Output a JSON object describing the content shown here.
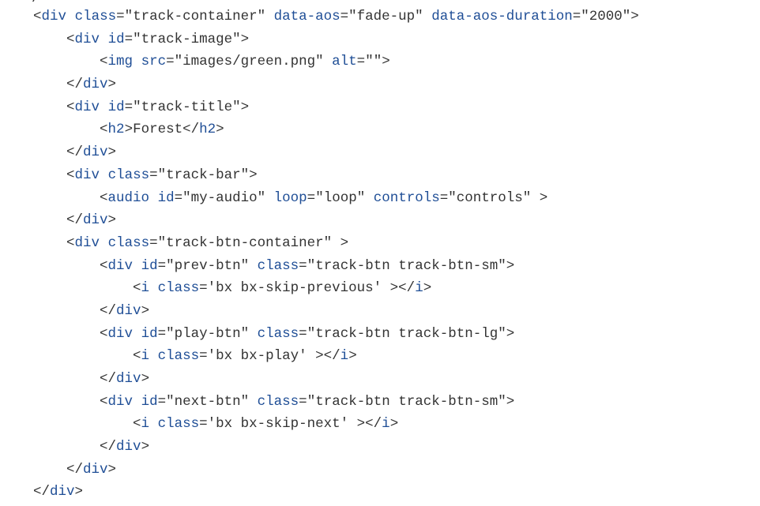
{
  "code": {
    "top_fragment": "/",
    "lines": [
      {
        "indent": 1,
        "tokens": [
          {
            "t": "punct",
            "v": "<"
          },
          {
            "t": "tag",
            "v": "div"
          },
          {
            "t": "text",
            "v": " "
          },
          {
            "t": "attr",
            "v": "class"
          },
          {
            "t": "eq",
            "v": "="
          },
          {
            "t": "str",
            "v": "\"track-container\""
          },
          {
            "t": "text",
            "v": " "
          },
          {
            "t": "attr",
            "v": "data-aos"
          },
          {
            "t": "eq",
            "v": "="
          },
          {
            "t": "str",
            "v": "\"fade-up\""
          },
          {
            "t": "text",
            "v": " "
          },
          {
            "t": "attr",
            "v": "data-aos-duration"
          },
          {
            "t": "eq",
            "v": "="
          },
          {
            "t": "str",
            "v": "\"2000\""
          },
          {
            "t": "punct",
            "v": ">"
          }
        ]
      },
      {
        "indent": 2,
        "tokens": [
          {
            "t": "punct",
            "v": "<"
          },
          {
            "t": "tag",
            "v": "div"
          },
          {
            "t": "text",
            "v": " "
          },
          {
            "t": "attr",
            "v": "id"
          },
          {
            "t": "eq",
            "v": "="
          },
          {
            "t": "str",
            "v": "\"track-image\""
          },
          {
            "t": "punct",
            "v": ">"
          }
        ]
      },
      {
        "indent": 3,
        "tokens": [
          {
            "t": "punct",
            "v": "<"
          },
          {
            "t": "tag",
            "v": "img"
          },
          {
            "t": "text",
            "v": " "
          },
          {
            "t": "attr",
            "v": "src"
          },
          {
            "t": "eq",
            "v": "="
          },
          {
            "t": "str",
            "v": "\"images/green.png\""
          },
          {
            "t": "text",
            "v": " "
          },
          {
            "t": "attr",
            "v": "alt"
          },
          {
            "t": "eq",
            "v": "="
          },
          {
            "t": "str",
            "v": "\"\""
          },
          {
            "t": "punct",
            "v": ">"
          }
        ]
      },
      {
        "indent": 2,
        "tokens": [
          {
            "t": "punct",
            "v": "</"
          },
          {
            "t": "tag",
            "v": "div"
          },
          {
            "t": "punct",
            "v": ">"
          }
        ]
      },
      {
        "indent": 2,
        "tokens": [
          {
            "t": "punct",
            "v": "<"
          },
          {
            "t": "tag",
            "v": "div"
          },
          {
            "t": "text",
            "v": " "
          },
          {
            "t": "attr",
            "v": "id"
          },
          {
            "t": "eq",
            "v": "="
          },
          {
            "t": "str",
            "v": "\"track-title\""
          },
          {
            "t": "punct",
            "v": ">"
          }
        ]
      },
      {
        "indent": 3,
        "tokens": [
          {
            "t": "punct",
            "v": "<"
          },
          {
            "t": "tag",
            "v": "h2"
          },
          {
            "t": "punct",
            "v": ">"
          },
          {
            "t": "text",
            "v": "Forest"
          },
          {
            "t": "punct",
            "v": "</"
          },
          {
            "t": "tag",
            "v": "h2"
          },
          {
            "t": "punct",
            "v": ">"
          }
        ]
      },
      {
        "indent": 2,
        "tokens": [
          {
            "t": "punct",
            "v": "</"
          },
          {
            "t": "tag",
            "v": "div"
          },
          {
            "t": "punct",
            "v": ">"
          }
        ]
      },
      {
        "indent": 2,
        "tokens": [
          {
            "t": "punct",
            "v": "<"
          },
          {
            "t": "tag",
            "v": "div"
          },
          {
            "t": "text",
            "v": " "
          },
          {
            "t": "attr",
            "v": "class"
          },
          {
            "t": "eq",
            "v": "="
          },
          {
            "t": "str",
            "v": "\"track-bar\""
          },
          {
            "t": "punct",
            "v": ">"
          }
        ]
      },
      {
        "indent": 3,
        "tokens": [
          {
            "t": "punct",
            "v": "<"
          },
          {
            "t": "tag",
            "v": "audio"
          },
          {
            "t": "text",
            "v": " "
          },
          {
            "t": "attr",
            "v": "id"
          },
          {
            "t": "eq",
            "v": "="
          },
          {
            "t": "str",
            "v": "\"my-audio\""
          },
          {
            "t": "text",
            "v": " "
          },
          {
            "t": "attr",
            "v": "loop"
          },
          {
            "t": "eq",
            "v": "="
          },
          {
            "t": "str",
            "v": "\"loop\""
          },
          {
            "t": "text",
            "v": " "
          },
          {
            "t": "attr",
            "v": "controls"
          },
          {
            "t": "eq",
            "v": "="
          },
          {
            "t": "str",
            "v": "\"controls\""
          },
          {
            "t": "text",
            "v": " "
          },
          {
            "t": "punct",
            "v": ">"
          }
        ]
      },
      {
        "indent": 2,
        "tokens": [
          {
            "t": "punct",
            "v": "</"
          },
          {
            "t": "tag",
            "v": "div"
          },
          {
            "t": "punct",
            "v": ">"
          }
        ]
      },
      {
        "indent": 2,
        "tokens": [
          {
            "t": "punct",
            "v": "<"
          },
          {
            "t": "tag",
            "v": "div"
          },
          {
            "t": "text",
            "v": " "
          },
          {
            "t": "attr",
            "v": "class"
          },
          {
            "t": "eq",
            "v": "="
          },
          {
            "t": "str",
            "v": "\"track-btn-container\""
          },
          {
            "t": "text",
            "v": " "
          },
          {
            "t": "punct",
            "v": ">"
          }
        ]
      },
      {
        "indent": 3,
        "tokens": [
          {
            "t": "punct",
            "v": "<"
          },
          {
            "t": "tag",
            "v": "div"
          },
          {
            "t": "text",
            "v": " "
          },
          {
            "t": "attr",
            "v": "id"
          },
          {
            "t": "eq",
            "v": "="
          },
          {
            "t": "str",
            "v": "\"prev-btn\""
          },
          {
            "t": "text",
            "v": " "
          },
          {
            "t": "attr",
            "v": "class"
          },
          {
            "t": "eq",
            "v": "="
          },
          {
            "t": "str",
            "v": "\"track-btn track-btn-sm\""
          },
          {
            "t": "punct",
            "v": ">"
          }
        ]
      },
      {
        "indent": 4,
        "tokens": [
          {
            "t": "punct",
            "v": "<"
          },
          {
            "t": "tag",
            "v": "i"
          },
          {
            "t": "text",
            "v": " "
          },
          {
            "t": "attr",
            "v": "class"
          },
          {
            "t": "eq",
            "v": "="
          },
          {
            "t": "str",
            "v": "'bx bx-skip-previous'"
          },
          {
            "t": "text",
            "v": " "
          },
          {
            "t": "punct",
            "v": "></"
          },
          {
            "t": "tag",
            "v": "i"
          },
          {
            "t": "punct",
            "v": ">"
          }
        ]
      },
      {
        "indent": 3,
        "tokens": [
          {
            "t": "punct",
            "v": "</"
          },
          {
            "t": "tag",
            "v": "div"
          },
          {
            "t": "punct",
            "v": ">"
          }
        ]
      },
      {
        "indent": 3,
        "tokens": [
          {
            "t": "punct",
            "v": "<"
          },
          {
            "t": "tag",
            "v": "div"
          },
          {
            "t": "text",
            "v": " "
          },
          {
            "t": "attr",
            "v": "id"
          },
          {
            "t": "eq",
            "v": "="
          },
          {
            "t": "str",
            "v": "\"play-btn\""
          },
          {
            "t": "text",
            "v": " "
          },
          {
            "t": "attr",
            "v": "class"
          },
          {
            "t": "eq",
            "v": "="
          },
          {
            "t": "str",
            "v": "\"track-btn track-btn-lg\""
          },
          {
            "t": "punct",
            "v": ">"
          }
        ]
      },
      {
        "indent": 4,
        "tokens": [
          {
            "t": "punct",
            "v": "<"
          },
          {
            "t": "tag",
            "v": "i"
          },
          {
            "t": "text",
            "v": " "
          },
          {
            "t": "attr",
            "v": "class"
          },
          {
            "t": "eq",
            "v": "="
          },
          {
            "t": "str",
            "v": "'bx bx-play'"
          },
          {
            "t": "text",
            "v": " "
          },
          {
            "t": "punct",
            "v": "></"
          },
          {
            "t": "tag",
            "v": "i"
          },
          {
            "t": "punct",
            "v": ">"
          }
        ]
      },
      {
        "indent": 3,
        "tokens": [
          {
            "t": "punct",
            "v": "</"
          },
          {
            "t": "tag",
            "v": "div"
          },
          {
            "t": "punct",
            "v": ">"
          }
        ]
      },
      {
        "indent": 3,
        "tokens": [
          {
            "t": "punct",
            "v": "<"
          },
          {
            "t": "tag",
            "v": "div"
          },
          {
            "t": "text",
            "v": " "
          },
          {
            "t": "attr",
            "v": "id"
          },
          {
            "t": "eq",
            "v": "="
          },
          {
            "t": "str",
            "v": "\"next-btn\""
          },
          {
            "t": "text",
            "v": " "
          },
          {
            "t": "attr",
            "v": "class"
          },
          {
            "t": "eq",
            "v": "="
          },
          {
            "t": "str",
            "v": "\"track-btn track-btn-sm\""
          },
          {
            "t": "punct",
            "v": ">"
          }
        ]
      },
      {
        "indent": 4,
        "tokens": [
          {
            "t": "punct",
            "v": "<"
          },
          {
            "t": "tag",
            "v": "i"
          },
          {
            "t": "text",
            "v": " "
          },
          {
            "t": "attr",
            "v": "class"
          },
          {
            "t": "eq",
            "v": "="
          },
          {
            "t": "str",
            "v": "'bx bx-skip-next'"
          },
          {
            "t": "text",
            "v": " "
          },
          {
            "t": "punct",
            "v": "></"
          },
          {
            "t": "tag",
            "v": "i"
          },
          {
            "t": "punct",
            "v": ">"
          }
        ]
      },
      {
        "indent": 3,
        "tokens": [
          {
            "t": "punct",
            "v": "</"
          },
          {
            "t": "tag",
            "v": "div"
          },
          {
            "t": "punct",
            "v": ">"
          }
        ]
      },
      {
        "indent": 2,
        "tokens": [
          {
            "t": "punct",
            "v": "</"
          },
          {
            "t": "tag",
            "v": "div"
          },
          {
            "t": "punct",
            "v": ">"
          }
        ]
      },
      {
        "indent": 1,
        "tokens": [
          {
            "t": "punct",
            "v": "</"
          },
          {
            "t": "tag",
            "v": "div"
          },
          {
            "t": "punct",
            "v": ">"
          }
        ]
      }
    ]
  },
  "colors": {
    "background": "#ffffff",
    "tag_and_attr": "#1f4e96",
    "plain_text": "#333333"
  }
}
